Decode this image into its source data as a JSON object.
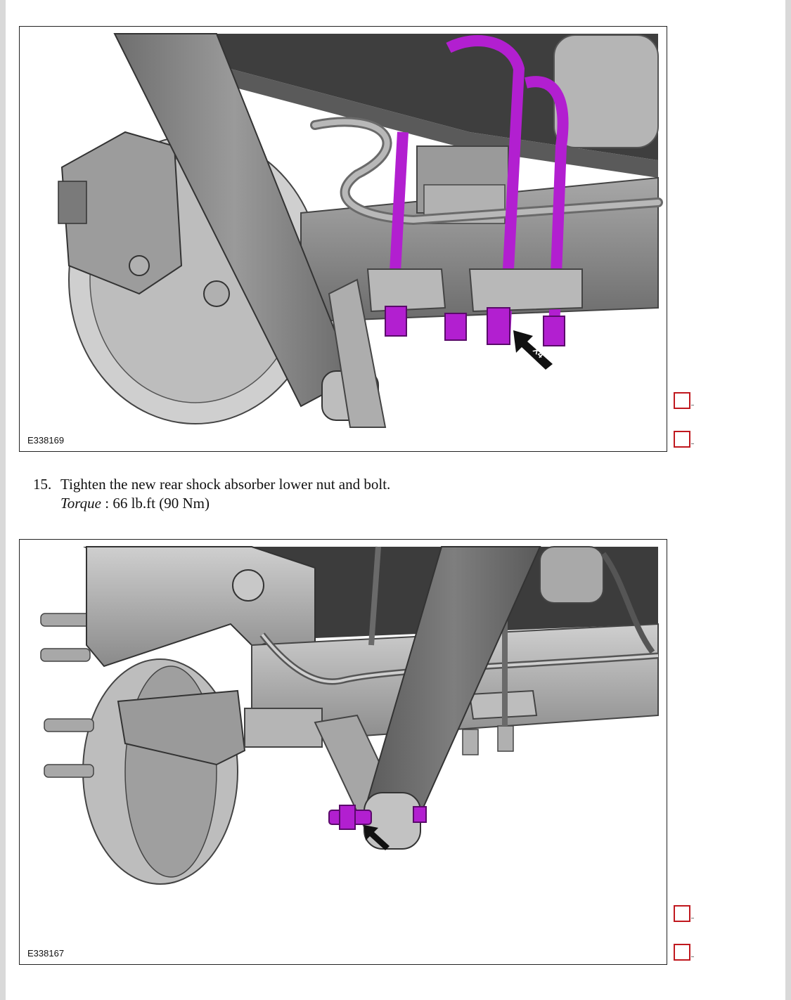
{
  "figures": [
    {
      "id_label": "E338169",
      "callout": "X4"
    },
    {
      "id_label": "E338167"
    }
  ],
  "step": {
    "number": "15.",
    "text": "Tighten the new rear shock absorber lower nut and bolt.",
    "torque_label": "Torque",
    "torque_sep": " : ",
    "torque_value": "66 lb.ft (90 Nm)"
  },
  "colors": {
    "highlight": "#b21fd0",
    "part_gray": "#8a8a8a",
    "dark_gray": "#555555",
    "checkbox": "#c0181e"
  },
  "icons": {
    "checkbox": "square-outline-icon",
    "callout_arrow": "black-arrow-icon"
  }
}
